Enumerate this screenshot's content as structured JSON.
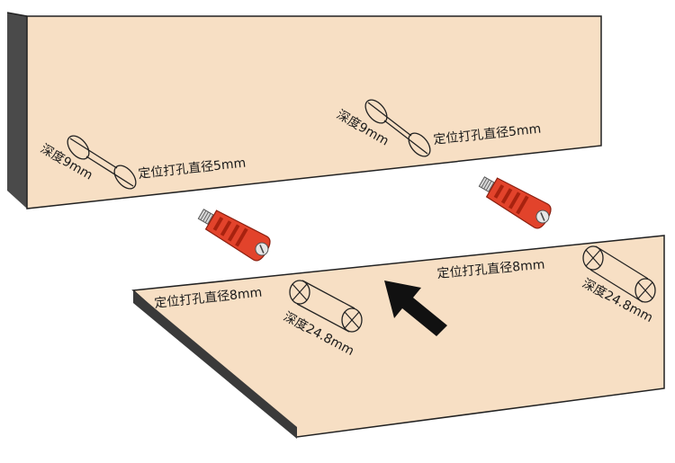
{
  "frame_color": "#222222",
  "board_color": "#f7dfc4",
  "board_edge_color": "#3a3a3a",
  "connector_color": "#e2432b",
  "connector_icon": "red-screw-connector",
  "arrow_icon": "black-direction-arrow",
  "upper_board": {
    "left_hole": {
      "depth_label": "深度9mm",
      "drill_label": "定位打孔直径5mm"
    },
    "right_hole": {
      "depth_label": "深度9mm",
      "drill_label": "定位打孔直径5mm"
    }
  },
  "lower_board": {
    "left_hole": {
      "drill_label": "定位打孔直径8mm",
      "depth_label": "深度24.8mm"
    },
    "right_hole": {
      "drill_label": "定位打孔直径8mm",
      "depth_label": "深度24.8mm"
    }
  }
}
